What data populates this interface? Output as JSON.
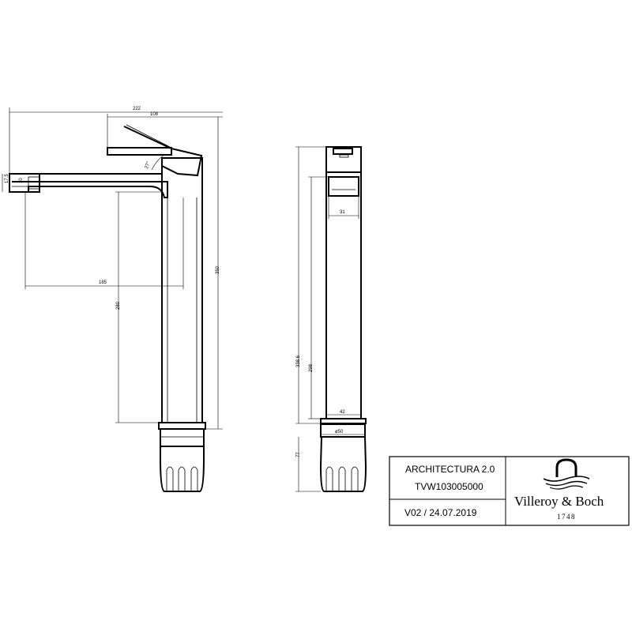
{
  "front_view": {
    "dims": {
      "total_reach": "222",
      "lever_reach": "108",
      "lever_angle": "27°",
      "spout_height": "17.5",
      "outlet_offset": "185",
      "outlet_height": "280",
      "overall_height": "350",
      "outlet_size": "10"
    }
  },
  "side_view": {
    "dims": {
      "lever_width": "31",
      "body_height_total": "338.6",
      "body_height": "298",
      "body_width": "42",
      "base_diameter": "ø50",
      "shank_length": "77"
    }
  },
  "title_block": {
    "product_name": "ARCHITECTURA 2.0",
    "article_number": "TVW103005000",
    "version_date": "V02 / 24.07.2019",
    "brand_name": "Villeroy & Boch",
    "brand_year": "1748"
  }
}
